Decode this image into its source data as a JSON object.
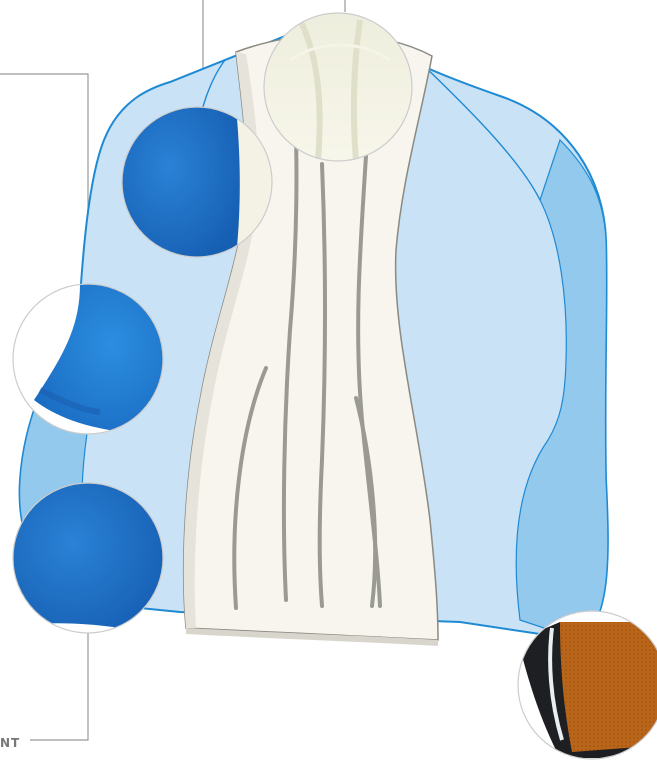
{
  "labels": {
    "bottom_left_callout": "NT"
  },
  "colors": {
    "shell_light_blue": "#c9e2f5",
    "shell_side_blue": "#93c9ec",
    "shell_outline": "#1f8ad4",
    "foam_core": "#f7f5ee",
    "foam_groove": "#9a9a92",
    "fleece_blue": "#1f6fc4",
    "fabric_orange": "#b9651a",
    "callout_line": "#999999"
  },
  "icons": {
    "top_detail": "foam-texture-detail",
    "upper_left_detail": "blue-fleece-detail",
    "middle_left_detail": "blue-fleece-edge-detail",
    "lower_left_detail": "blue-fabric-detail",
    "bottom_right_detail": "orange-mesh-fabric-detail"
  }
}
